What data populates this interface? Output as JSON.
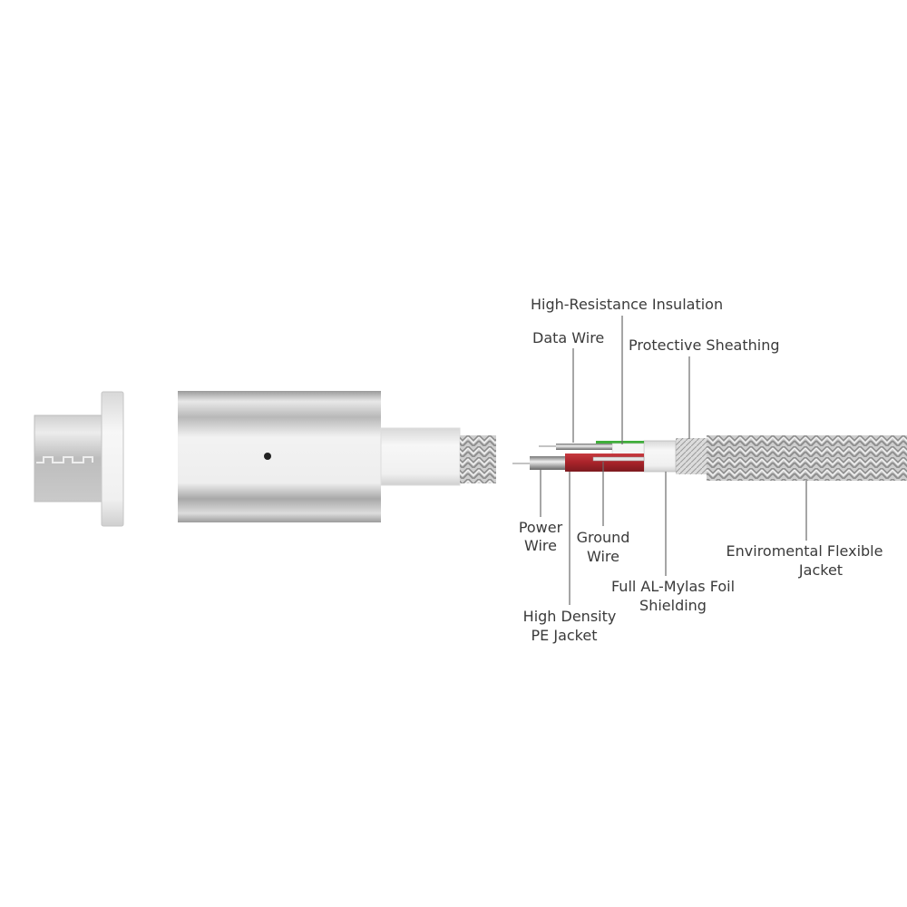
{
  "diagram": {
    "labels": {
      "high_resistance_insulation": [
        "High-Resistance Insulation"
      ],
      "data_wire": [
        "Data Wire"
      ],
      "protective_sheathing": [
        "Protective Sheathing"
      ],
      "power_wire": [
        "Power",
        "Wire"
      ],
      "ground_wire": [
        "Ground",
        "Wire"
      ],
      "high_density_pe_jacket": [
        "High Density",
        "PE Jacket"
      ],
      "foil_shielding": [
        "Full AL-Mylas Foil",
        "Shielding"
      ],
      "environmental_jacket": [
        "Enviromental Flexible",
        "Jacket"
      ]
    },
    "colors": {
      "data_wire_insulation": "#3fae3a",
      "power_jacket": "#a8232a",
      "metal": "#c9c9c9",
      "text": "#3a3a3a"
    }
  }
}
